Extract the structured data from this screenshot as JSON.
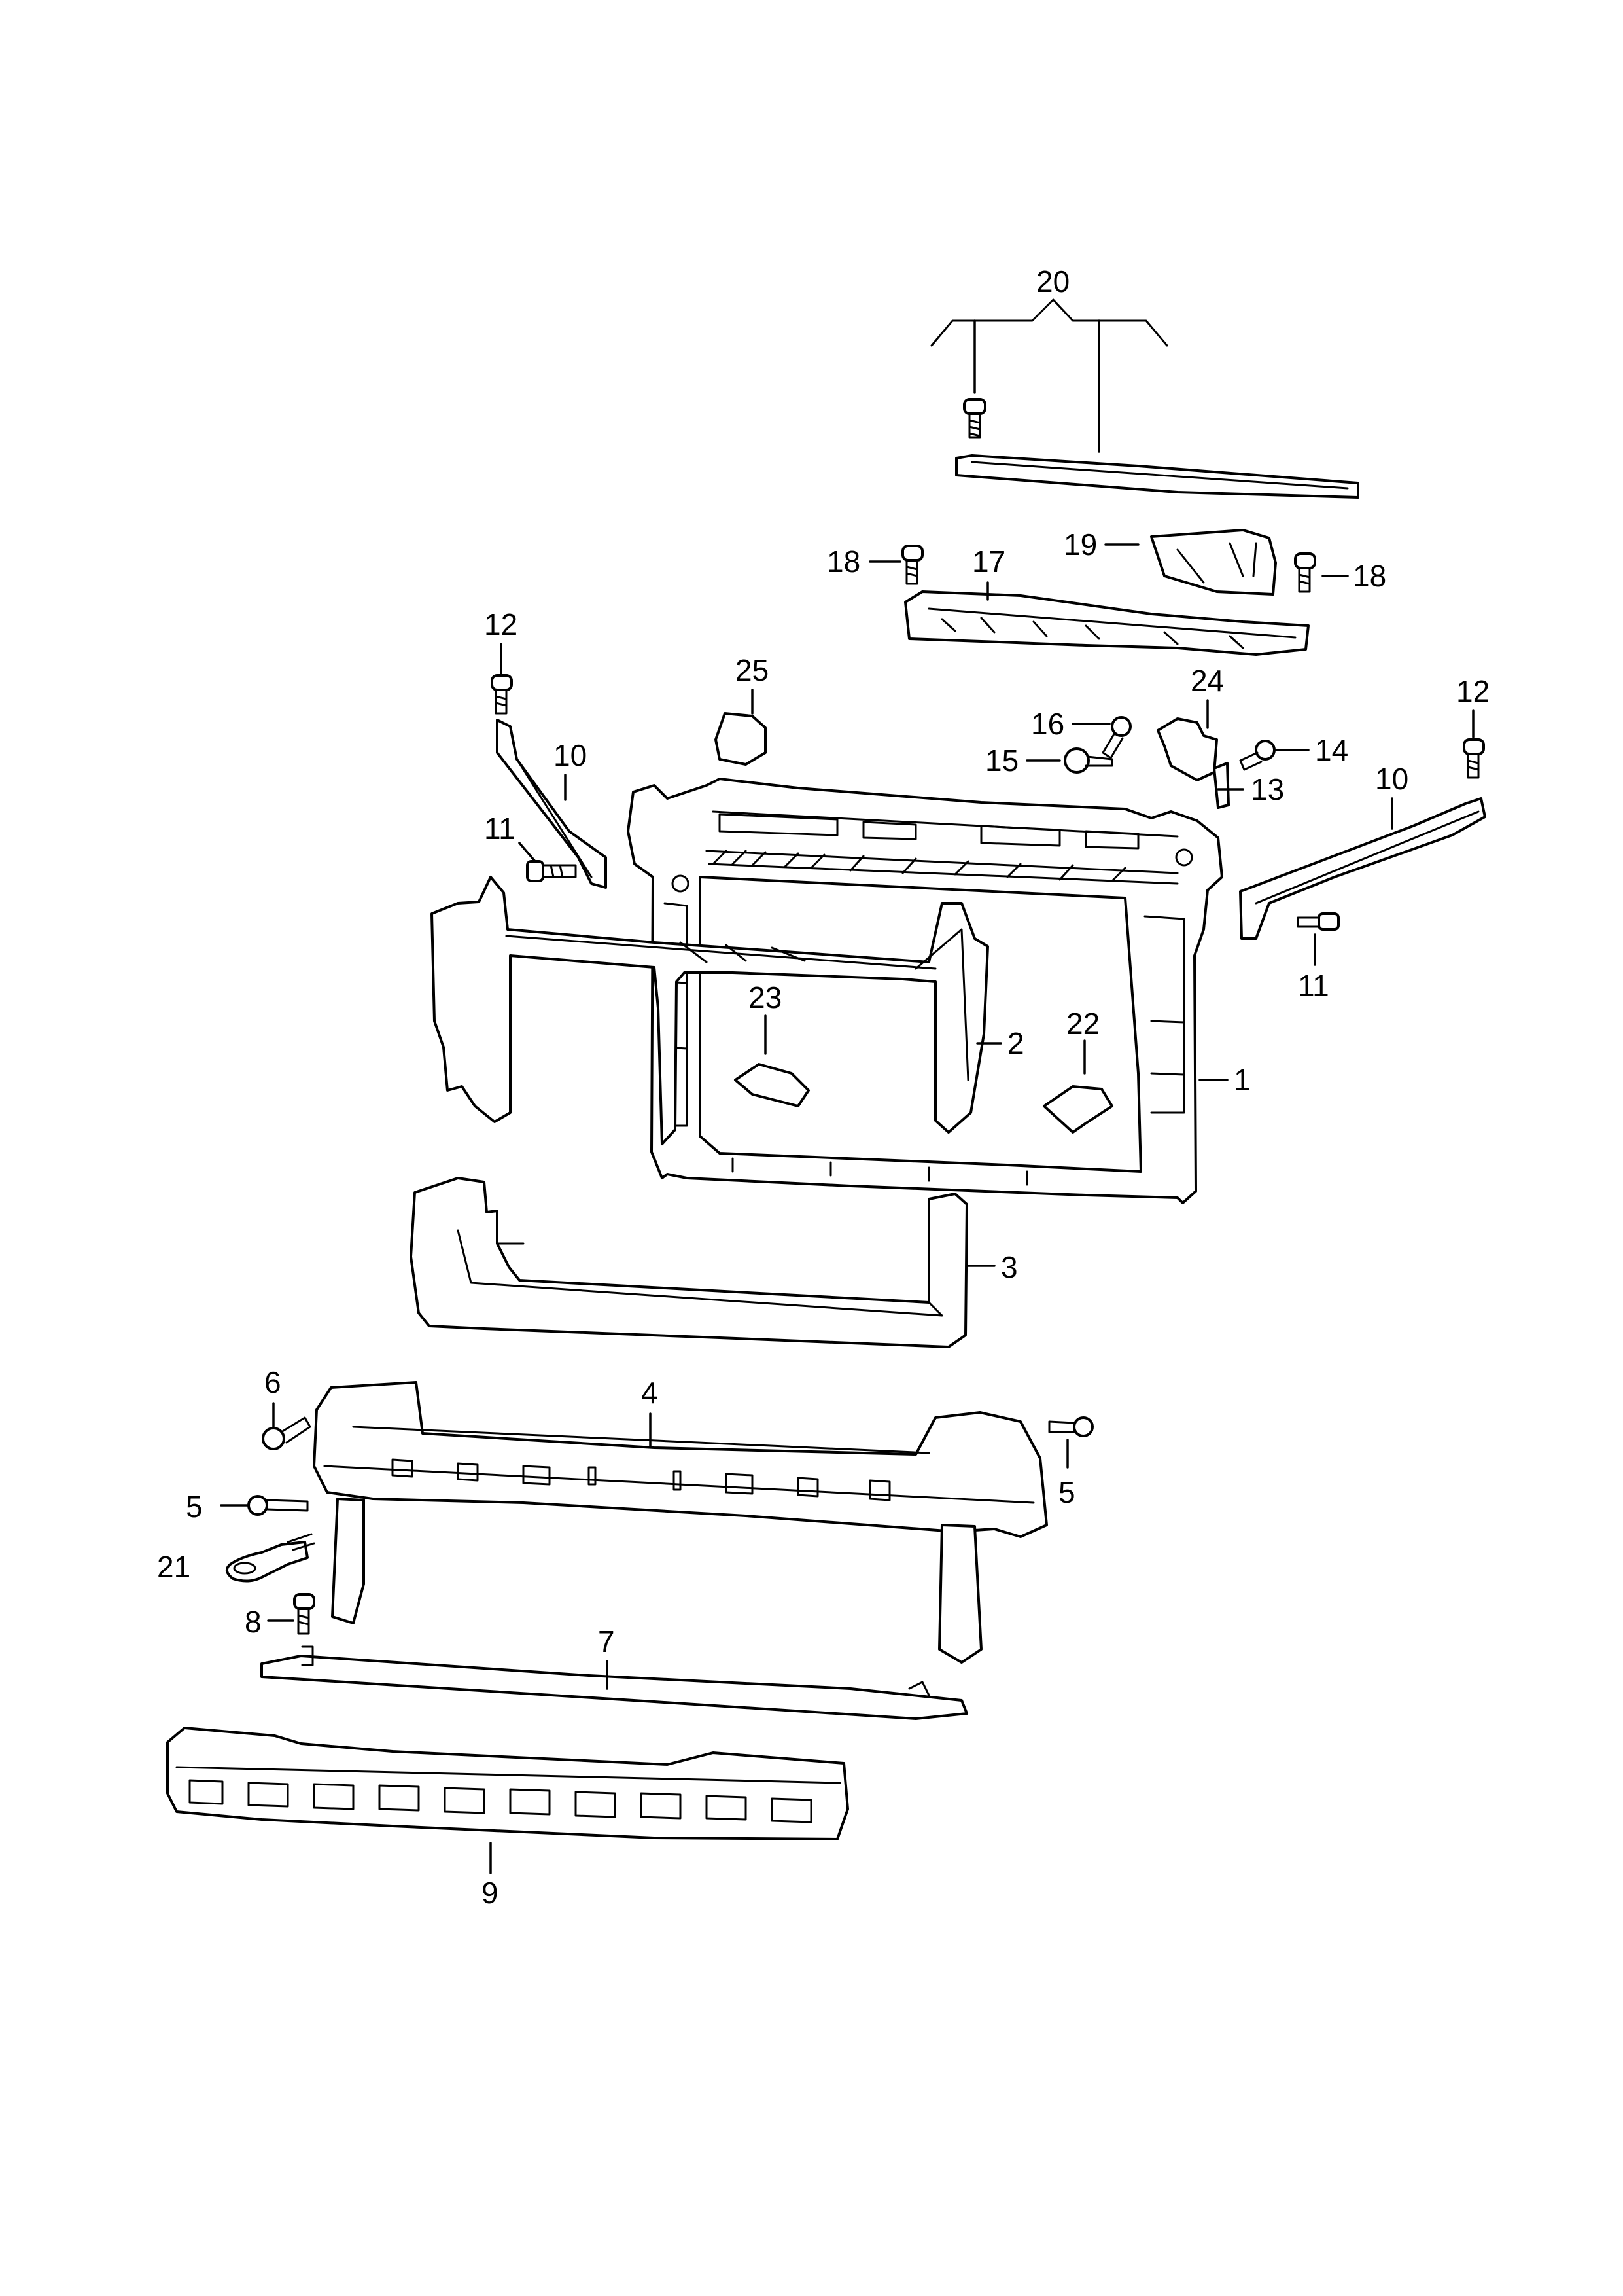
{
  "callouts": {
    "c1": "1",
    "c2": "2",
    "c3": "3",
    "c4": "4",
    "c5a": "5",
    "c5b": "5",
    "c6": "6",
    "c7": "7",
    "c8": "8",
    "c9": "9",
    "c10a": "10",
    "c10b": "10",
    "c11a": "11",
    "c11b": "11",
    "c12a": "12",
    "c12b": "12",
    "c13": "13",
    "c14": "14",
    "c15": "15",
    "c16": "16",
    "c17": "17",
    "c18a": "18",
    "c18b": "18",
    "c19": "19",
    "c20": "20",
    "c21": "21",
    "c22": "22",
    "c23": "23",
    "c24": "24",
    "c25": "25"
  }
}
